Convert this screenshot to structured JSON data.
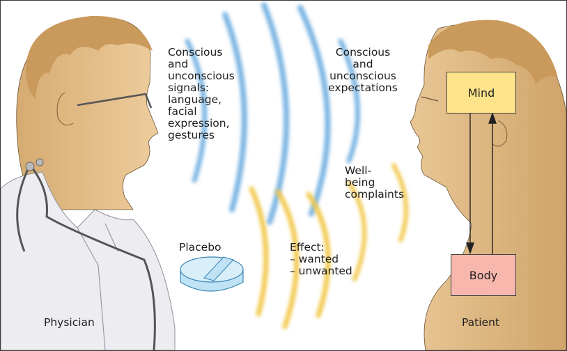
{
  "diagram": {
    "physician_label": "Physician",
    "patient_label": "Patient",
    "signals_label": "Conscious\nand\nunconscious\nsignals:\nlanguage,\nfacial\nexpression,\ngestures",
    "expectations_label": "Conscious\nand\nunconscious\nexpectations",
    "feedback_label": "Well-\nbeing\ncomplaints",
    "placebo_label": "Placebo",
    "effect_label": "Effect:\n– wanted\n– unwanted",
    "mind_box": {
      "label": "Mind",
      "fill": "#fde38a"
    },
    "body_box": {
      "label": "Body",
      "fill": "#f8b7ad"
    }
  },
  "colors": {
    "skin": "#e6c18d",
    "coat": "#ececf1",
    "wave_blue": "#79b4e2",
    "wave_yellow": "#f2c84b",
    "placebo": "#bfe3f5",
    "outline": "#3a3a3a"
  }
}
